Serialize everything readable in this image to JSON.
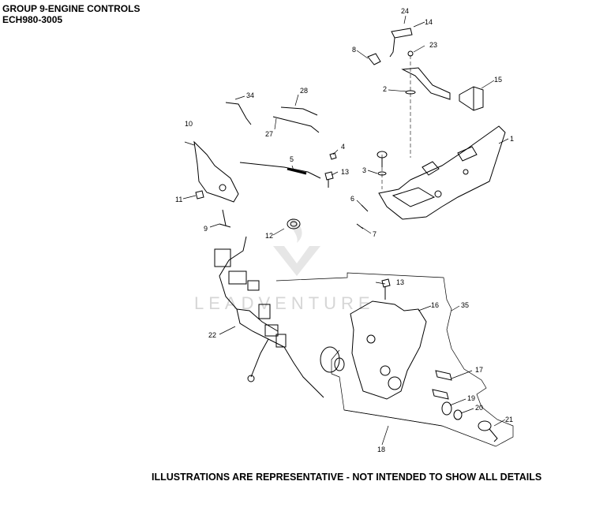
{
  "header": {
    "line1": "GROUP 9-ENGINE CONTROLS",
    "line2": "ECH980-3005"
  },
  "footer": "ILLUSTRATIONS ARE REPRESENTATIVE - NOT INTENDED TO SHOW ALL DETAILS",
  "watermark": "LEADVENTURE",
  "callouts": {
    "c1": "1",
    "c2": "2",
    "c3": "3",
    "c4": "4",
    "c5": "5",
    "c6": "6",
    "c7": "7",
    "c8": "8",
    "c9": "9",
    "c10": "10",
    "c11": "11",
    "c12": "12",
    "c13a": "13",
    "c13b": "13",
    "c14": "14",
    "c15": "15",
    "c16": "16",
    "c17": "17",
    "c18": "18",
    "c19": "19",
    "c20": "20",
    "c21": "21",
    "c22": "22",
    "c23": "23",
    "c24": "24",
    "c27": "27",
    "c28": "28",
    "c34": "34",
    "c35": "35"
  }
}
